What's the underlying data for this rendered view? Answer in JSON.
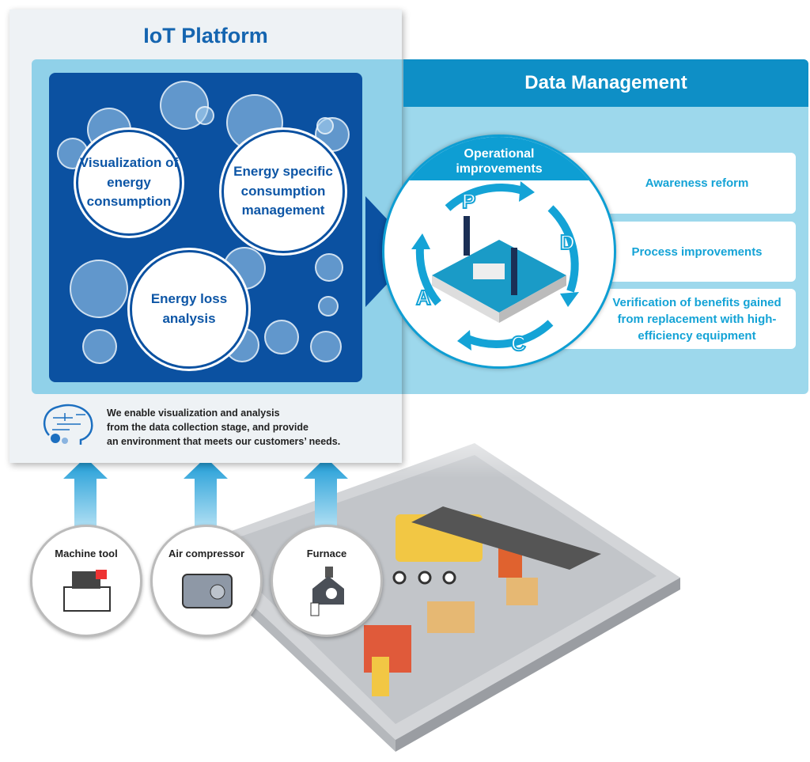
{
  "iot_platform": {
    "title": "IoT Platform",
    "functions": [
      "Visualization of energy consumption",
      "Energy specific consumption management",
      "Energy loss analysis"
    ],
    "description": [
      "We enable visualization and analysis",
      "from the data collection stage, and provide",
      "an environment that meets our customers’ needs."
    ]
  },
  "data_management": {
    "title": "Data Management",
    "center": {
      "title": "Operational improvements",
      "cycle": [
        "P",
        "D",
        "C",
        "A"
      ]
    },
    "benefits": [
      "Awareness reform",
      "Process improvements",
      "Verification of benefits gained from replacement with high-efficiency equipment"
    ]
  },
  "devices": [
    "Machine tool",
    "Air compressor",
    "Furnace"
  ],
  "colors": {
    "dark_blue": "#0b51a1",
    "accent": "#0e8fc6",
    "text_blue": "#14a3d6"
  }
}
